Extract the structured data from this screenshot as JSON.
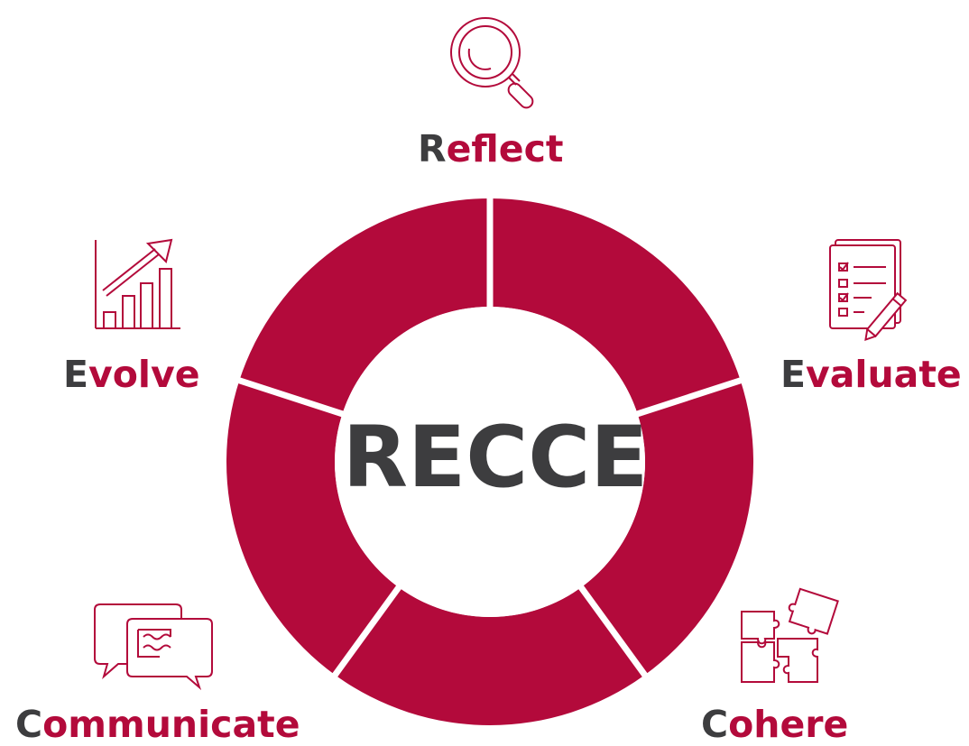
{
  "center": {
    "title": "RECCE"
  },
  "steps": [
    {
      "first": "R",
      "rest": "eflect",
      "icon": "magnifying-glass-icon"
    },
    {
      "first": "E",
      "rest": "valuate",
      "icon": "checklist-with-pencil-icon"
    },
    {
      "first": "C",
      "rest": "ohere",
      "icon": "puzzle-pieces-icon"
    },
    {
      "first": "C",
      "rest": "ommunicate",
      "icon": "speech-bubbles-icon"
    },
    {
      "first": "E",
      "rest": "volve",
      "icon": "growth-bar-chart-icon"
    }
  ],
  "colors": {
    "accent": "#b30a3b",
    "dark_text": "#3d3d3f",
    "icon_stroke": "#b30a3b",
    "background": "#ffffff"
  }
}
